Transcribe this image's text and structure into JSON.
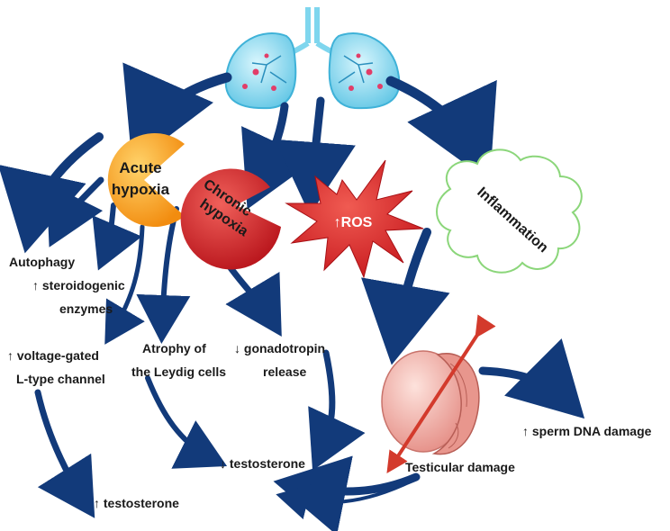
{
  "nodes": {
    "acute": {
      "line1": "Acute",
      "line2": "hypoxia"
    },
    "chronic": {
      "line1": "Chronic",
      "line2": "hypoxia"
    },
    "ros": "↑ROS",
    "inflammation": "Inflammation"
  },
  "effects": {
    "autophagy": "Autophagy",
    "steroidogenic_1": "↑ steroidogenic",
    "steroidogenic_2": "enzymes",
    "voltage_1": "↑ voltage-gated",
    "voltage_2": "L-type channel",
    "atrophy_1": "Atrophy of",
    "atrophy_2": "the Leydig cells",
    "gonadotropin_1": "↓ gonadotropin",
    "gonadotropin_2": "release",
    "testosterone_down": "↓ testosterone",
    "testosterone_up": "↑ testosterone",
    "testicular_damage": "Testicular  damage",
    "sperm_dna": "↑ sperm DNA damage"
  },
  "colors": {
    "arrow": "#123a7a",
    "acute": "#f7a21b",
    "chronic": "#d9252a",
    "ros": "#e0262b",
    "cloud_stroke": "#8bd67a",
    "lung": "#7fd6ee",
    "testis": "#f2a9a0",
    "damage_arrow": "#d33a2c"
  }
}
